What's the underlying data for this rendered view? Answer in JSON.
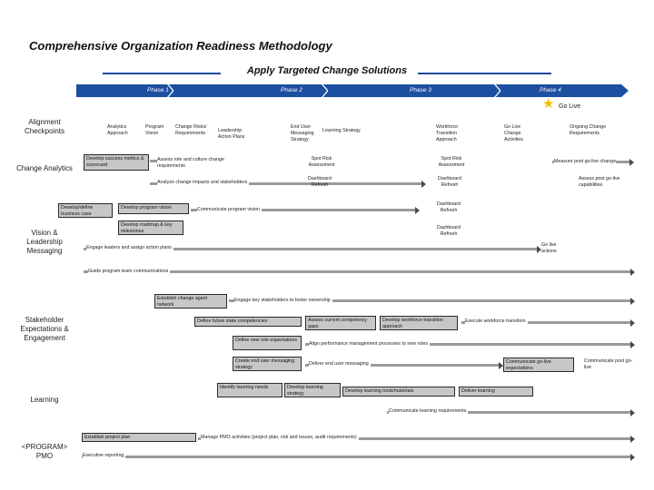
{
  "header": {
    "title": "Comprehensive Organization Readiness Methodology",
    "subtitle": "Apply Targeted Change Solutions"
  },
  "phases": [
    "Phase 1",
    "Phase 2",
    "Phase 3",
    "Phase 4"
  ],
  "go_live": "Go Live",
  "rows": {
    "alignment": "Alignment Checkpoints",
    "change_analytics": "Change Analytics",
    "vision": "Vision & Leadership Messaging",
    "stakeholder": "Stakeholder Expectations & Engagement",
    "learning": "Learning",
    "program_pmo": "<PROGRAM> PMO"
  },
  "alignment": {
    "analytics_approach": "Analytics Approach",
    "program_vision": "Program Vision",
    "change_risks": "Change Risks/ Requirements",
    "leadership_action_plans": "Leadership Action Plans",
    "end_user_messaging": "End User Messaging Strategy",
    "learning_strategy": "Learning Strategy",
    "workforce_transition": "Workforce Transition Approach",
    "go_live_change": "Go Live Change Activities",
    "ongoing_change": "Ongoing Change Requirements"
  },
  "analytics": {
    "develop_metrics": "Develop success metrics & scorecard",
    "assess_role": "Assess role and culture change requirements",
    "analyze_impacts": "Analyze change impacts and stakeholders",
    "spot_risk_1": "Spot Risk Assessment",
    "spot_risk_2": "Spot Risk Assessment",
    "dashboard_1": "Dashboard Refresh",
    "dashboard_2": "Dashboard Refresh",
    "measure_post_go_live": "Measure post go-live change",
    "assess_capabilities": "Assess post go-live capabilities"
  },
  "vision": {
    "develop_define_case": "Develop/define business case",
    "develop_program_vision": "Develop program vision",
    "communicate_vision": "Communicate program vision",
    "develop_roadmap": "Develop roadmap & key milestones",
    "dashboard_3": "Dashboard Refresh",
    "dashboard_4": "Dashboard Refresh",
    "engage_leaders": "Engage leaders and assign action plans",
    "go_live_actions": "Go live actions",
    "guide_communications": "Guide program team communications"
  },
  "stakeholder": {
    "establish_network": "Establish change agent network",
    "engage_stakeholders": "Engage key stakeholders to foster ownership",
    "define_competencies": "Define future state competencies",
    "assess_competency": "Assess current competency gaps",
    "develop_workforce": "Develop workforce transition approach",
    "execute_workforce": "Execute workforce transition",
    "define_expectations": "Define new role expectations",
    "align_performance": "Align performance management processes to new roles",
    "create_messaging": "Create end user messaging strategy",
    "deliver_messaging": "Deliver end user messaging",
    "communicate_expectations": "Communicate go-live expectations",
    "communicate_post": "Communicate post go-live"
  },
  "learning": {
    "identify_needs": "Identify learning needs",
    "develop_strategy": "Develop learning strategy",
    "develop_materials": "Develop learning tools/materials",
    "deliver_learning": "Deliver learning",
    "communicate_requirements": "Communicate learning requirements"
  },
  "pmo": {
    "establish_plan": "Establish project plan",
    "manage_activities": "Manage PMO activities (project plan, risk and issues, audit requirements)",
    "executive_reporting": "Executive reporting"
  },
  "colors": {
    "phase_bar": "#1c4fa0",
    "arrow": "#9a9a9a",
    "box_fill": "#c7c7c7",
    "star": "#f0c000"
  }
}
